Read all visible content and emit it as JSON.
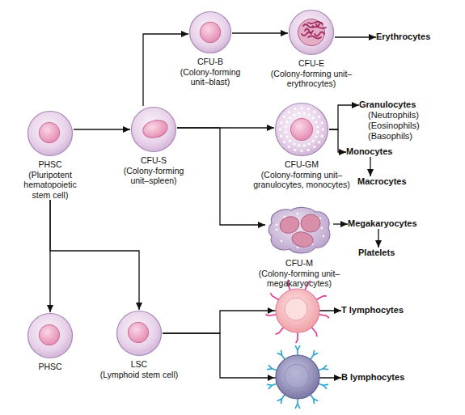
{
  "diagram": {
    "nodes": [
      {
        "text": [
          "PHSC",
          "(Pluripotent hematopoietic stem cell)"
        ]
      },
      {
        "text": [
          "CFU-S",
          "(Colony-forming unit–spleen)"
        ]
      },
      {
        "text": [
          "CFU-B",
          "(Colony-forming unit–blast)"
        ]
      },
      {
        "text": [
          "CFU-E",
          "(Colony-forming unit–erythrocytes)"
        ]
      },
      {
        "text": [
          "Erythrocytes"
        ]
      },
      {
        "text": [
          "CFU-GM",
          "(Colony-forming unit–granulocytes, monocytes)"
        ]
      },
      {
        "text": [
          "Granulocytes",
          "(Neutrophils)",
          "(Eosinophils)",
          "(Basophils)"
        ]
      },
      {
        "text": [
          "Monocytes"
        ]
      },
      {
        "text": [
          "Macrocytes"
        ]
      },
      {
        "text": [
          "CFU-M",
          "(Colony-forming unit–megakaryocytes)"
        ]
      },
      {
        "text": [
          "Megakaryocytes"
        ]
      },
      {
        "text": [
          "Platelets"
        ]
      },
      {
        "text": [
          "PHSC"
        ]
      },
      {
        "text": [
          "LSC",
          "(Lymphoid stem cell)"
        ]
      },
      {
        "text": [
          "T lymphocytes"
        ]
      },
      {
        "text": [
          "B lymphocytes"
        ]
      }
    ],
    "edges": [
      {
        "from": 0,
        "to": 1,
        "arrow": "to"
      },
      {
        "from": 1,
        "to": 2,
        "arrow": "to"
      },
      {
        "from": 2,
        "to": 3,
        "arrow": "to"
      },
      {
        "from": 3,
        "to": 4,
        "arrow": "to"
      },
      {
        "from": 1,
        "to": 5,
        "arrow": "to"
      },
      {
        "from": 1,
        "to": 9,
        "arrow": "to"
      },
      {
        "from": 5,
        "to": 6,
        "arrow": "to"
      },
      {
        "from": 5,
        "to": 7,
        "arrow": "to"
      },
      {
        "from": 7,
        "to": 8,
        "arrow": "to"
      },
      {
        "from": 9,
        "to": 10,
        "arrow": "to"
      },
      {
        "from": 10,
        "to": 11,
        "arrow": "to"
      },
      {
        "from": 0,
        "to": 12,
        "arrow": "to"
      },
      {
        "from": 0,
        "to": 13,
        "arrow": "to"
      },
      {
        "from": 13,
        "to": 14,
        "arrow": "to"
      },
      {
        "from": 13,
        "to": 15,
        "arrow": "to"
      }
    ]
  }
}
